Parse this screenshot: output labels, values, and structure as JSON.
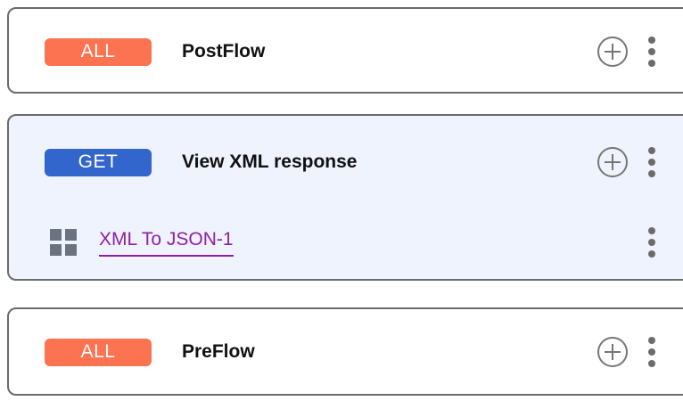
{
  "flows": [
    {
      "id": "postflow",
      "badge": {
        "label": "ALL",
        "color": "#fb7350"
      },
      "title": "PostFlow",
      "selected": false,
      "add_icon": "plus-circle-icon",
      "menu_icon": "kebab-menu-icon",
      "steps": []
    },
    {
      "id": "view-xml-response",
      "badge": {
        "label": "GET",
        "color": "#3366cc"
      },
      "title": "View XML response",
      "selected": true,
      "add_icon": "plus-circle-icon",
      "menu_icon": "kebab-menu-icon",
      "steps": [
        {
          "icon": "grid-policy-icon",
          "label": "XML To JSON-1",
          "color": "#8e1fa8",
          "menu_icon": "kebab-menu-icon"
        }
      ]
    },
    {
      "id": "preflow",
      "badge": {
        "label": "ALL",
        "color": "#fb7350"
      },
      "title": "PreFlow",
      "selected": false,
      "add_icon": "plus-circle-icon",
      "menu_icon": "kebab-menu-icon",
      "steps": []
    }
  ],
  "theme": {
    "card_border": "#6b6b6b",
    "card_background": "#ffffff",
    "selected_background": "#eff3fd",
    "icon_gray": "#6b6b6b",
    "title_color": "#111111"
  }
}
